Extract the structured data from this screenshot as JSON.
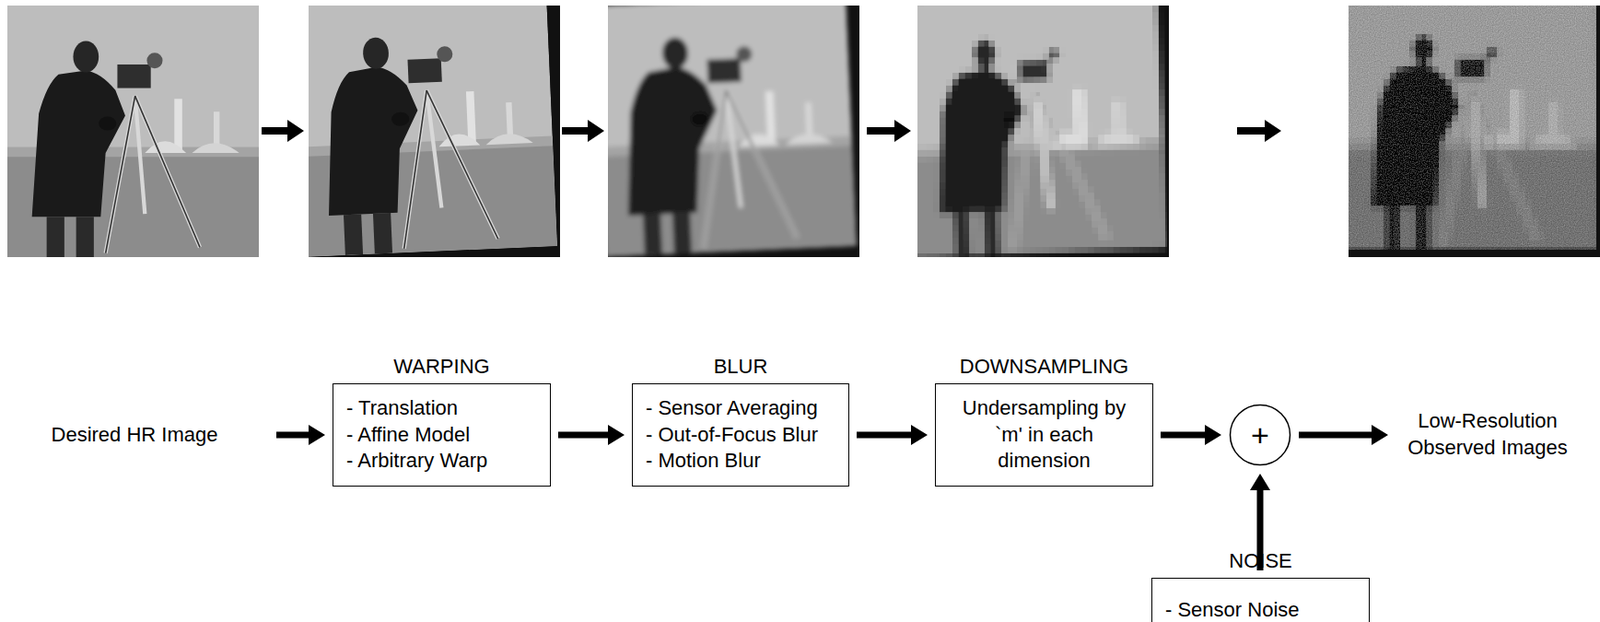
{
  "diagram": {
    "nodes": [
      {
        "text": [
          "Desired HR Image"
        ]
      },
      {
        "text": [
          "WARPING",
          "- Translation",
          "- Affine Model",
          "- Arbitrary Warp"
        ]
      },
      {
        "text": [
          "BLUR",
          "- Sensor Averaging",
          "- Out-of-Focus Blur",
          "- Motion Blur"
        ]
      },
      {
        "text": [
          "DOWNSAMPLING",
          "Undersampling by `m' in each dimension"
        ]
      },
      {
        "text": [
          "+"
        ]
      },
      {
        "text": [
          "NOISE",
          "- Sensor Noise"
        ]
      },
      {
        "text": [
          "Low-Resolution Observed Images"
        ]
      }
    ],
    "edges": [
      {
        "from": 0,
        "to": 1,
        "arrow": "to"
      },
      {
        "from": 1,
        "to": 2,
        "arrow": "to"
      },
      {
        "from": 2,
        "to": 3,
        "arrow": "to"
      },
      {
        "from": 3,
        "to": 4,
        "arrow": "to"
      },
      {
        "from": 5,
        "to": 4,
        "arrow": "to"
      },
      {
        "from": 4,
        "to": 6,
        "arrow": "to"
      }
    ]
  }
}
